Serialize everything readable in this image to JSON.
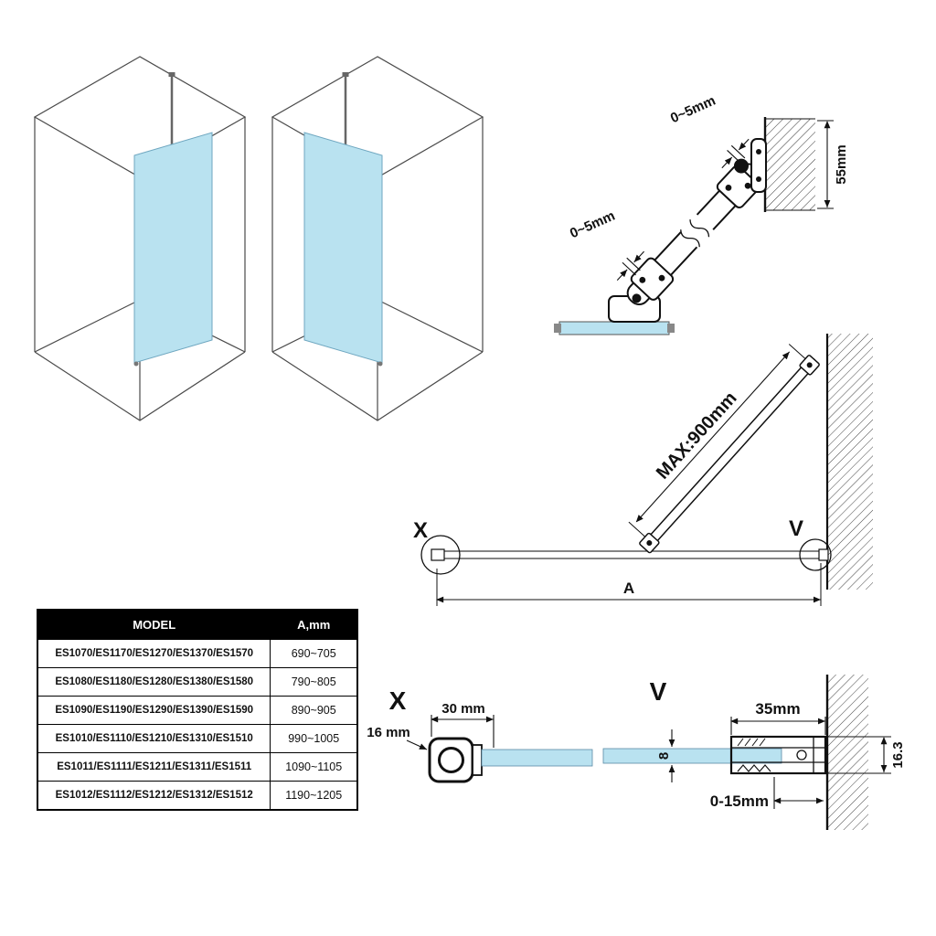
{
  "colors": {
    "glass": "#b9e2f0",
    "line": "#111111",
    "table_header_bg": "#000000",
    "table_header_text": "#ffffff"
  },
  "bracket_detail": {
    "gap_top_label": "0~5mm",
    "gap_bottom_label": "0~5mm",
    "wall_depth_label": "55mm"
  },
  "plan_view": {
    "marker_x": "X",
    "marker_v": "V",
    "max_length_label": "MAX:900mm",
    "overall_width_label": "A"
  },
  "table": {
    "headers": [
      "MODEL",
      "A,mm"
    ],
    "rows": [
      {
        "model": "ES1070/ES1170/ES1270/ES1370/ES1570",
        "a_mm": "690~705"
      },
      {
        "model": "ES1080/ES1180/ES1280/ES1380/ES1580",
        "a_mm": "790~805"
      },
      {
        "model": "ES1090/ES1190/ES1290/ES1390/ES1590",
        "a_mm": "890~905"
      },
      {
        "model": "ES1010/ES1110/ES1210/ES1310/ES1510",
        "a_mm": "990~1005"
      },
      {
        "model": "ES1011/ES1111/ES1211/ES1311/ES1511",
        "a_mm": "1090~1105"
      },
      {
        "model": "ES1012/ES1112/ES1212/ES1312/ES1512",
        "a_mm": "1190~1205"
      }
    ]
  },
  "detail_x": {
    "title": "X",
    "profile_width_label": "30 mm",
    "glass_offset_label": "16 mm"
  },
  "detail_v": {
    "title": "V",
    "profile_width_label": "35mm",
    "profile_height_label": "16.3",
    "glass_thickness_label": "8",
    "adjustment_label": "0-15mm"
  }
}
